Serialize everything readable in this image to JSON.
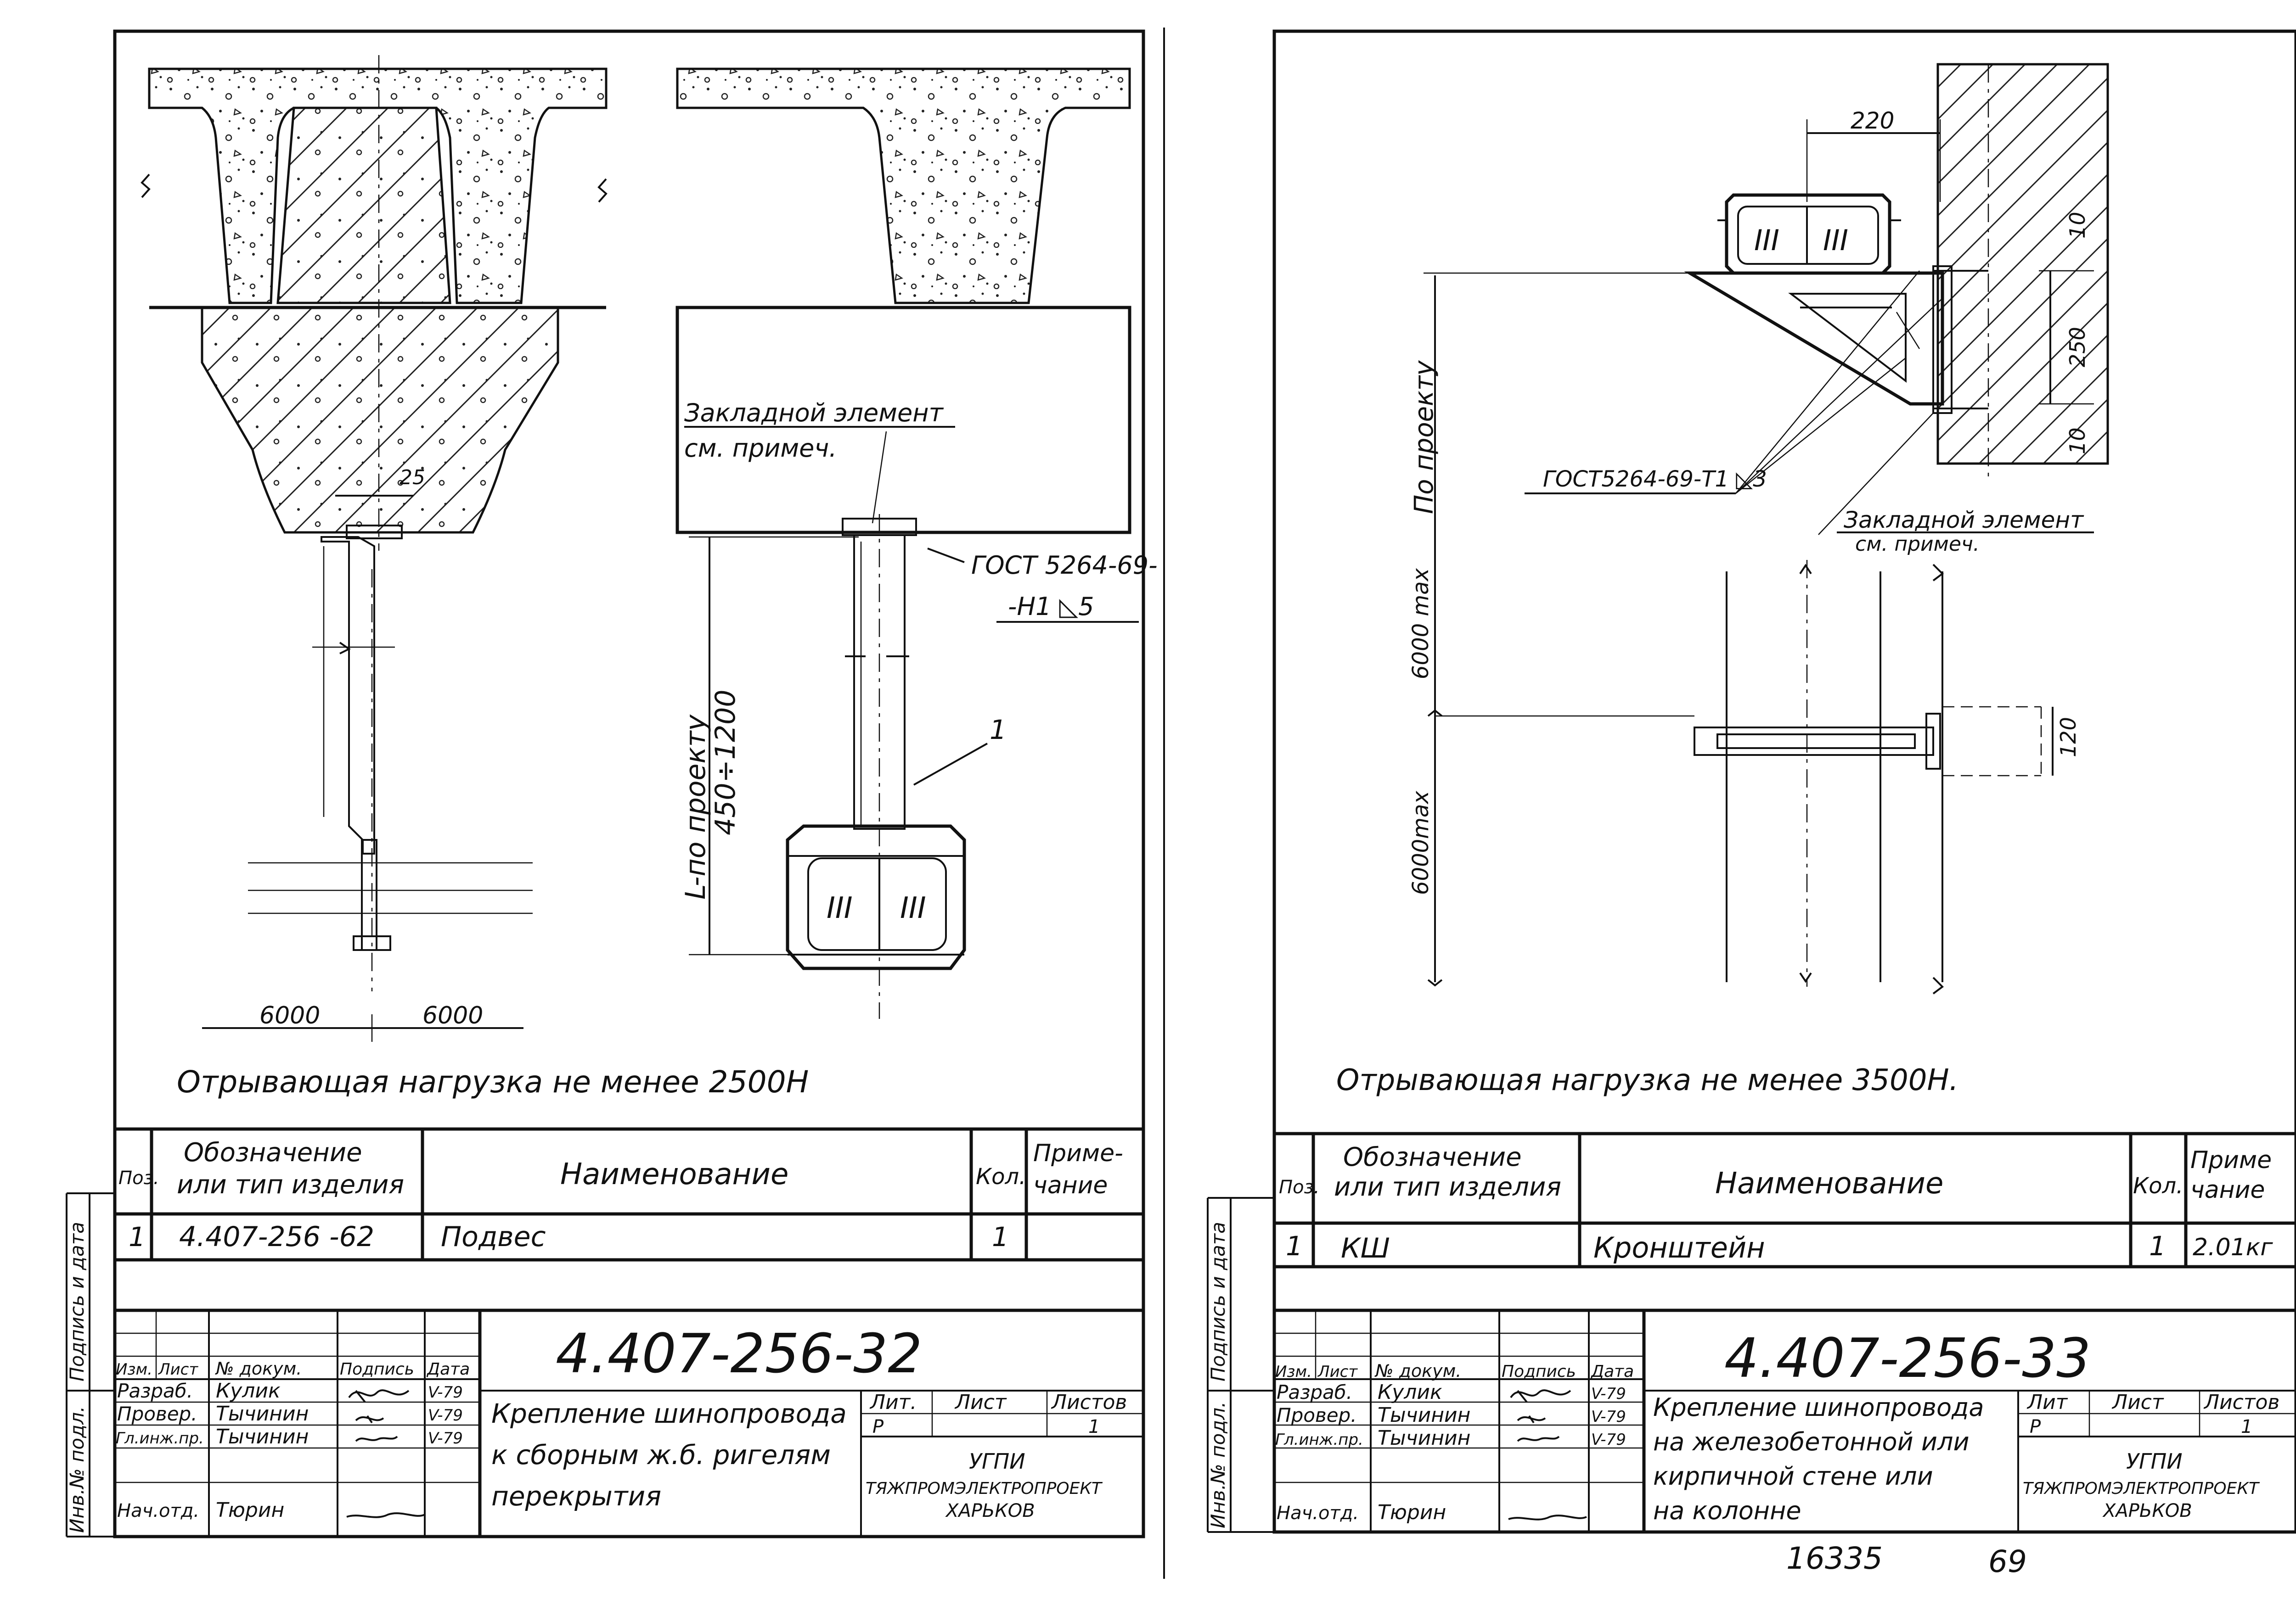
{
  "sheets": [
    {
      "id": "sheet-32",
      "drawing": {
        "dim_25": "25",
        "embedded_label_1": "Закладной элемент",
        "embedded_label_2": "см. примеч.",
        "weld_1": "ГОСТ 5264-69-",
        "weld_2": "-Н1 ◺5",
        "l_label": "L-по проекту",
        "l_range": "450÷1200",
        "pos_1": "1",
        "dim_left": "6000",
        "dim_right": "6000",
        "bar_text": "III",
        "note": "Отрывающая нагрузка не менее 2500Н"
      },
      "spec": {
        "hdr_pos": "Поз.",
        "hdr_desig_1": "Обозначение",
        "hdr_desig_2": "или тип изделия",
        "hdr_name": "Наименование",
        "hdr_qty": "Кол.",
        "hdr_note_1": "Приме-",
        "hdr_note_2": "чание",
        "rows": [
          {
            "pos": "1",
            "desig": "4.407-256 -62",
            "name": "Подвес",
            "qty": "1",
            "note": ""
          }
        ]
      },
      "title": {
        "code": "4.407-256-32",
        "h_izm": "Изм.",
        "h_list": "Лист",
        "h_doc": "№ докум.",
        "h_sign": "Подпись",
        "h_date": "Дата",
        "r1_role": "Разраб.",
        "r1_name": "Кулик",
        "r1_date": "V-79",
        "r2_role": "Провер.",
        "r2_name": "Тычинин",
        "r2_date": "V-79",
        "r3_role": "Гл.инж.пр.",
        "r3_name": "Тычинин",
        "r3_date": "V-79",
        "r4_role": "Нач.отд.",
        "r4_name": "Тюрин",
        "desc_1": "Крепление шинопровода",
        "desc_2": "к сборным ж.б. ригелям",
        "desc_3": "перекрытия",
        "lit_h": "Лит.",
        "sheet_h": "Лист",
        "sheets_h": "Листов",
        "lit_v": "Р",
        "sheets_v": "1",
        "org_1": "УГПИ",
        "org_2": "ТЯЖПРОМЭЛЕКТРОПРОЕКТ",
        "org_3": "ХАРЬКОВ"
      },
      "side": {
        "sign": "Подпись и дата",
        "inv": "Инв.№ подл."
      }
    },
    {
      "id": "sheet-33",
      "drawing": {
        "dim_220": "220",
        "dim_10a": "10",
        "dim_250": "250",
        "dim_10b": "10",
        "weld": "ГОСТ5264-69-Т1 ◺3",
        "embedded_label_1": "Закладной элемент",
        "embedded_label_2": "см. примеч.",
        "po_proektu": "По проекту",
        "max_1": "6000 max",
        "max_2": "6000max",
        "dim_120": "120",
        "bar_text": "III",
        "note": "Отрывающая нагрузка не менее 3500Н."
      },
      "spec": {
        "hdr_pos": "Поз.",
        "hdr_desig_1": "Обозначение",
        "hdr_desig_2": "или тип изделия",
        "hdr_name": "Наименование",
        "hdr_qty": "Кол.",
        "hdr_note_1": "Приме",
        "hdr_note_2": "чание",
        "rows": [
          {
            "pos": "1",
            "desig": "КШ",
            "name": "Кронштейн",
            "qty": "1",
            "note": "2.01кг"
          }
        ]
      },
      "title": {
        "code": "4.407-256-33",
        "h_izm": "Изм.",
        "h_list": "Лист",
        "h_doc": "№ докум.",
        "h_sign": "Подпись",
        "h_date": "Дата",
        "r1_role": "Разраб.",
        "r1_name": "Кулик",
        "r1_date": "V-79",
        "r2_role": "Провер.",
        "r2_name": "Тычинин",
        "r2_date": "V-79",
        "r3_role": "Гл.инж.пр.",
        "r3_name": "Тычинин",
        "r3_date": "V-79",
        "r4_role": "Нач.отд.",
        "r4_name": "Тюрин",
        "desc_1": "Крепление шинопровода",
        "desc_2": "на железобетонной или",
        "desc_3": "кирпичной стене или",
        "desc_4": "на колонне",
        "lit_h": "Лит",
        "sheet_h": "Лист",
        "sheets_h": "Листов",
        "lit_v": "Р",
        "sheets_v": "1",
        "org_1": "УГПИ",
        "org_2": "ТЯЖПРОМЭЛЕКТРОПРОЕКТ",
        "org_3": "ХАРЬКОВ"
      },
      "side": {
        "sign": "Подпись и дата",
        "inv": "Инв.№ подл."
      }
    }
  ],
  "footer": {
    "number": "16335",
    "page": "69"
  }
}
